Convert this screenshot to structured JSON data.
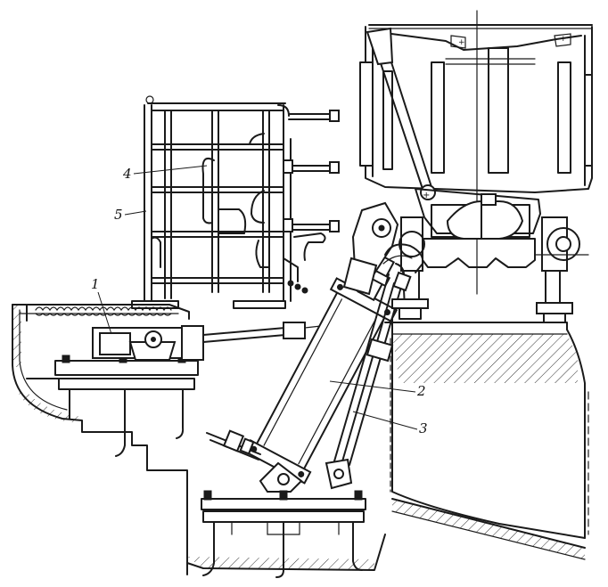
{
  "callouts": [
    {
      "id": "1",
      "text": "1"
    },
    {
      "id": "2",
      "text": "2"
    },
    {
      "id": "3",
      "text": "3"
    },
    {
      "id": "4",
      "text": "4"
    },
    {
      "id": "5",
      "text": "5"
    }
  ],
  "colors": {
    "ink": "#1a1a1a",
    "paper": "#ffffff"
  }
}
